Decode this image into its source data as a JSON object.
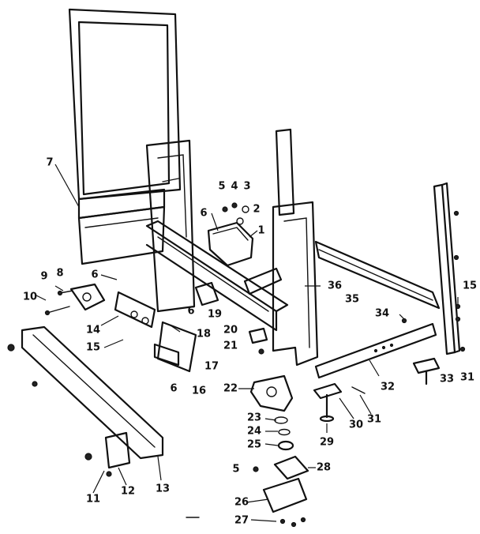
{
  "callouts": [
    {
      "id": "1",
      "label": "1"
    },
    {
      "id": "2",
      "label": "2"
    },
    {
      "id": "3",
      "label": "3"
    },
    {
      "id": "4",
      "label": "4"
    },
    {
      "id": "5a",
      "label": "5"
    },
    {
      "id": "6a",
      "label": "6"
    },
    {
      "id": "7",
      "label": "7"
    },
    {
      "id": "8",
      "label": "8"
    },
    {
      "id": "9",
      "label": "9"
    },
    {
      "id": "10",
      "label": "10"
    },
    {
      "id": "6b",
      "label": "6"
    },
    {
      "id": "6c",
      "label": "6"
    },
    {
      "id": "14",
      "label": "14"
    },
    {
      "id": "18",
      "label": "18"
    },
    {
      "id": "19",
      "label": "19"
    },
    {
      "id": "15a",
      "label": "15"
    },
    {
      "id": "17",
      "label": "17"
    },
    {
      "id": "6d",
      "label": "6"
    },
    {
      "id": "16",
      "label": "16"
    },
    {
      "id": "20",
      "label": "20"
    },
    {
      "id": "21",
      "label": "21"
    },
    {
      "id": "36",
      "label": "36"
    },
    {
      "id": "35",
      "label": "35"
    },
    {
      "id": "34",
      "label": "34"
    },
    {
      "id": "15b",
      "label": "15"
    },
    {
      "id": "22",
      "label": "22"
    },
    {
      "id": "23",
      "label": "23"
    },
    {
      "id": "24",
      "label": "24"
    },
    {
      "id": "25",
      "label": "25"
    },
    {
      "id": "28",
      "label": "28"
    },
    {
      "id": "5b",
      "label": "5"
    },
    {
      "id": "26",
      "label": "26"
    },
    {
      "id": "27",
      "label": "27"
    },
    {
      "id": "29",
      "label": "29"
    },
    {
      "id": "30",
      "label": "30"
    },
    {
      "id": "31a",
      "label": "31"
    },
    {
      "id": "32",
      "label": "32"
    },
    {
      "id": "33",
      "label": "33"
    },
    {
      "id": "31b",
      "label": "31"
    },
    {
      "id": "11",
      "label": "11"
    },
    {
      "id": "12",
      "label": "12"
    },
    {
      "id": "13",
      "label": "13"
    }
  ]
}
